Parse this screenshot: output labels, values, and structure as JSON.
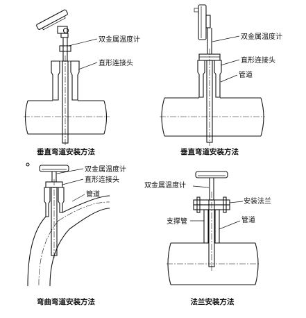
{
  "panels": [
    {
      "caption": "垂直弯道安装方法",
      "labels": {
        "thermometer": "双金属温度计",
        "connector": "直形连接头"
      }
    },
    {
      "caption": "垂直弯道安装方法",
      "labels": {
        "thermometer": "双金属温度计",
        "connector": "直形连接头",
        "pipe": "管道"
      }
    },
    {
      "caption": "弯曲弯道安装方法",
      "labels": {
        "thermometer": "双金属温度计",
        "connector": "直形连接头",
        "pipe": "管道"
      }
    },
    {
      "caption": "法兰安装方法",
      "labels": {
        "thermometer": "双金属温度计",
        "flange": "安装法兰",
        "support": "支撑管",
        "pipe": "管道"
      }
    }
  ]
}
